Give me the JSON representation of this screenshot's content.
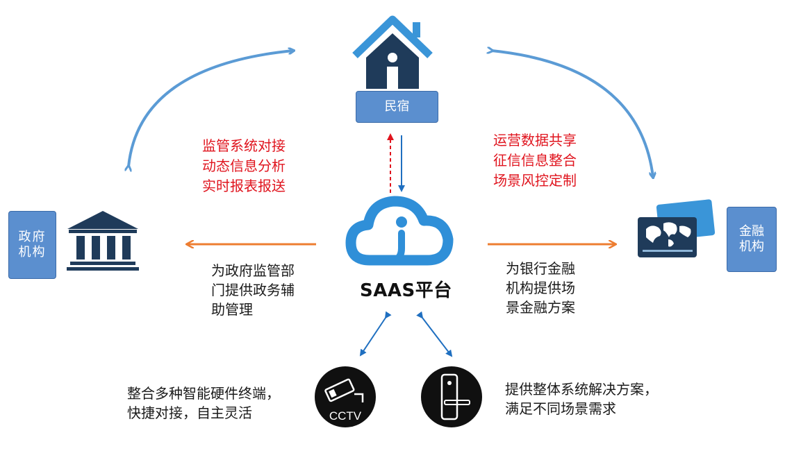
{
  "nodes": {
    "homestay": "民宿",
    "government": "政府机构",
    "finance": "金融机构",
    "platform": "SAAS平台",
    "cctv": "CCTV"
  },
  "texts": {
    "left_red": [
      "监管系统对接",
      "动态信息分析",
      "实时报表报送"
    ],
    "right_red": [
      "运营数据共享",
      "征信信息整合",
      "场景风控定制"
    ],
    "left_black": [
      "为政府监管部",
      "门提供政务辅",
      "助管理"
    ],
    "right_black": [
      "为银行金融",
      "机构提供场",
      "景金融方案"
    ],
    "bottom_left": [
      "整合多种智能硬件终端，",
      "快捷对接，自主灵活"
    ],
    "bottom_right": [
      "提供整体系统解决方案，",
      "满足不同场景需求"
    ]
  },
  "colors": {
    "arc_blue": "#5b9bd5",
    "dark_blue_arrow": "#1f6fc0",
    "orange_arrow": "#ed7d31",
    "red_dashed": "#e0141e",
    "box_fill": "#5b8fcf",
    "house_roof": "#3a95d8",
    "house_body": "#1f3b5a",
    "cloud": "#2f8fd8"
  },
  "icons": [
    "house-icon",
    "bank-icon",
    "bank-card-icon",
    "cloud-logo-icon",
    "cctv-camera-icon",
    "smart-lock-icon"
  ]
}
